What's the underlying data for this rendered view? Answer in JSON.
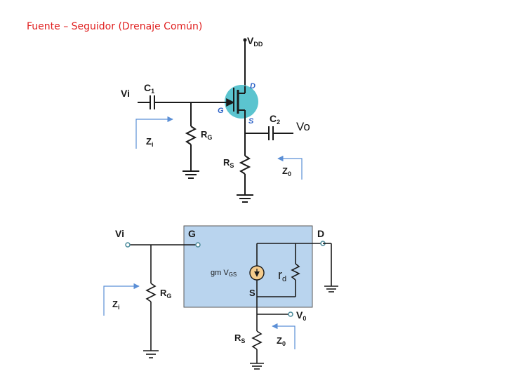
{
  "title": "Fuente – Seguidor (Drenaje Común)",
  "top": {
    "vdd": "V",
    "vdd_sub": "DD",
    "vi": "Vi",
    "c1": "C",
    "c1_sub": "1",
    "d": "D",
    "g": "G",
    "s": "S",
    "c2": "C",
    "c2_sub": "2",
    "vo": "Vo",
    "zi": "Z",
    "zi_sub": "i",
    "rg": "R",
    "rg_sub": "G",
    "rs": "R",
    "rs_sub": "S",
    "zo": "Z",
    "zo_sub": "0"
  },
  "bottom": {
    "vi": "Vi",
    "g": "G",
    "d": "D",
    "gm": "gm V",
    "gm_sub": "GS",
    "rd": "r",
    "rd_sub": "d",
    "s": "S",
    "rg": "R",
    "rg_sub": "G",
    "zi": "Z",
    "zi_sub": "i",
    "vo": "V",
    "vo_sub": "0",
    "rs": "R",
    "rs_sub": "S",
    "zo": "Z",
    "zo_sub": "0"
  },
  "colors": {
    "title": "#e02020",
    "fet_circle": "#5bc4cf",
    "model_box": "#b9d4ee",
    "arrows": "#5b8fd6"
  }
}
